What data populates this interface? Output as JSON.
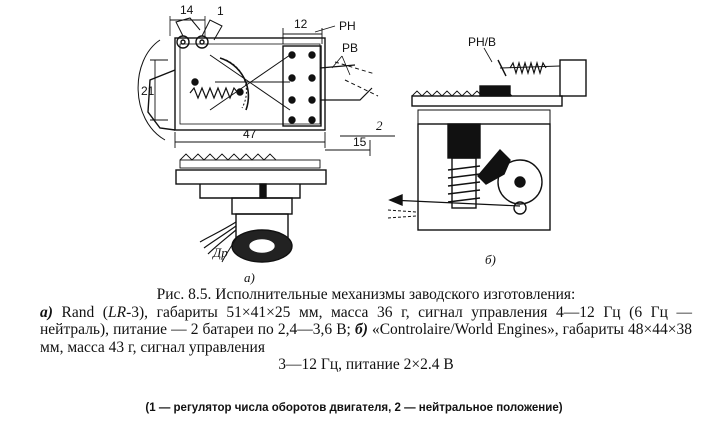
{
  "figure": {
    "a": {
      "sublabel": "а)",
      "dims": {
        "d14": "14",
        "d1": "1",
        "d12": "12",
        "d21": "21",
        "d47": "47",
        "d15": "15",
        "d2": "2"
      },
      "labels": {
        "rn": "РН",
        "rv": "РВ",
        "dr": "Др"
      }
    },
    "b": {
      "sublabel": "б)",
      "labels": {
        "rnv": "РН/В"
      }
    }
  },
  "caption": {
    "title": "Рис. 8.5. Исполнительные механизмы заводского изготовления:",
    "a_marker": "а)",
    "a_pre": " Rand (",
    "a_model": "LR",
    "a_post": "-3), габариты 51×41×25 мм, масса 36 г, сигнал управления 4—12 Гц (6 Гц — нейтраль), питание — 2 батареи по 2,4—3,6 В; ",
    "b_marker": "б)",
    "b_text": " «Controlaire/World Engines», габариты 48×44×38 мм, масса 43 г, сигнал управления",
    "b_last": "3—12 Гц, питание 2×2.4 В",
    "legend": "(1 — регулятор числа оборотов двигателя, 2 — нейтральное положение)"
  }
}
